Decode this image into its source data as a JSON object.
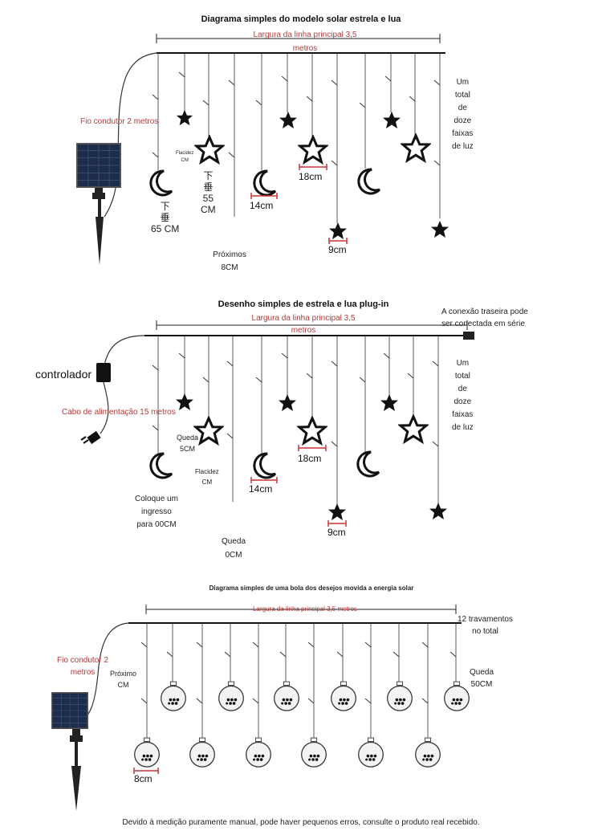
{
  "diagram1": {
    "title": "Diagrama simples do modelo solar estrela e lua",
    "main_line_width": "Largura da linha principal 3,5",
    "main_line_unit": "metros",
    "lead_wire": "Fio condutor 2 metros",
    "total_strips": [
      "Um",
      "total",
      "de",
      "doze",
      "faixas",
      "de luz"
    ],
    "flaccid": "Flacidez",
    "flaccid_unit": "CM",
    "chinese_65": [
      "下",
      "垂",
      "65 CM"
    ],
    "chinese_55": [
      "下",
      "垂",
      "55",
      "CM"
    ],
    "dim_14": "14cm",
    "dim_18": "18cm",
    "dim_9": "9cm",
    "next_label": "Próximos",
    "next_value": "8CM"
  },
  "diagram2": {
    "title": "Desenho simples de estrela e lua plug-in",
    "main_line_width": "Largura da linha principal 3,5",
    "main_line_unit": "metros",
    "rear_connection_1": "A conexão traseira pode",
    "rear_connection_2": "ser conectada em série",
    "controller": "controlador",
    "power_cable": "Cabo de alimentação 15 metros",
    "total_strips": [
      "Um",
      "total",
      "de",
      "doze",
      "faixas",
      "de luz"
    ],
    "drop_label": "Queda",
    "drop_value": "5CM",
    "flaccid": "Flacidez",
    "flaccid_unit": "CM",
    "input_1": "Coloque um",
    "input_2": "ingresso",
    "input_3": "para 00CM",
    "drop2_label": "Queda",
    "drop2_value": "0CM",
    "dim_14": "14cm",
    "dim_18": "18cm",
    "dim_9": "9cm"
  },
  "diagram3": {
    "title": "Diagrama simples de uma bola dos desejos movida a energia solar",
    "main_line_width": "Largura da linha principal 3,5 metros",
    "locks_1": "12 travamentos",
    "locks_2": "no total",
    "lead_wire_1": "Fio condutor 2",
    "lead_wire_2": "metros",
    "next_label": "Próximo",
    "next_unit": "CM",
    "drop_label": "Queda",
    "drop_value": "50CM",
    "dim_8": "8cm"
  },
  "footer": "Devido à medição puramente manual, pode haver pequenos erros, consulte o produto real recebido."
}
